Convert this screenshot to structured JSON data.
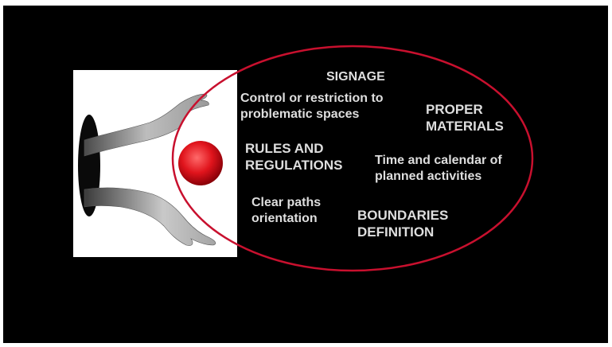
{
  "diagram": {
    "labels": {
      "signage": "SIGNAGE",
      "control_line1": "Control or restriction to",
      "control_line2": "problematic spaces",
      "proper_line1": "PROPER",
      "proper_line2": "MATERIALS",
      "rules_line1": "RULES AND",
      "rules_line2": "REGULATIONS",
      "time_line1": "Time and calendar of",
      "time_line2": "planned activities",
      "paths_line1": "Clear paths",
      "paths_line2": "orientation",
      "boundaries_line1": "BOUNDARIES",
      "boundaries_line2": "DEFINITION"
    },
    "colors": {
      "background": "#000000",
      "ellipse_stroke": "#c8102e",
      "ball": "#e0141c",
      "text": "#dedede"
    },
    "image_description_icon": "hands-holding-ball-illustration"
  }
}
